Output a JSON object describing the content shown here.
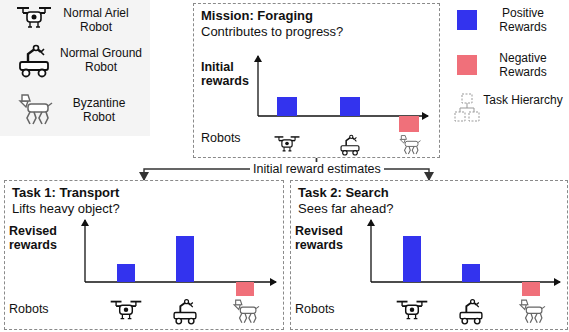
{
  "diagram": {
    "nodes": [
      {
        "text": [
          "Mission: Foraging",
          "Contributes to progress?"
        ]
      },
      {
        "text": [
          "Task 1: Transport",
          "Lifts heavy object?"
        ]
      },
      {
        "text": [
          "Task 2: Search",
          "Sees far ahead?"
        ]
      }
    ],
    "edges": [
      {
        "from": 0,
        "to": 1,
        "arrow": "to",
        "label": "Initial reward estimates"
      },
      {
        "from": 0,
        "to": 2,
        "arrow": "to"
      }
    ],
    "labels": [
      "Initial rewards",
      "Robots",
      "Revised rewards",
      "Robots",
      "Revised rewards",
      "Robots"
    ],
    "legend": [
      {
        "text": "Normal Ariel Robot"
      },
      {
        "text": "Normal Ground Robot"
      },
      {
        "text": "Byzantine Robot"
      },
      {
        "text": "Positive Rewards",
        "color": "#3333ee"
      },
      {
        "text": "Negative Rewards",
        "color": "#f0707a"
      },
      {
        "text": "Task Hierarchy"
      }
    ]
  }
}
